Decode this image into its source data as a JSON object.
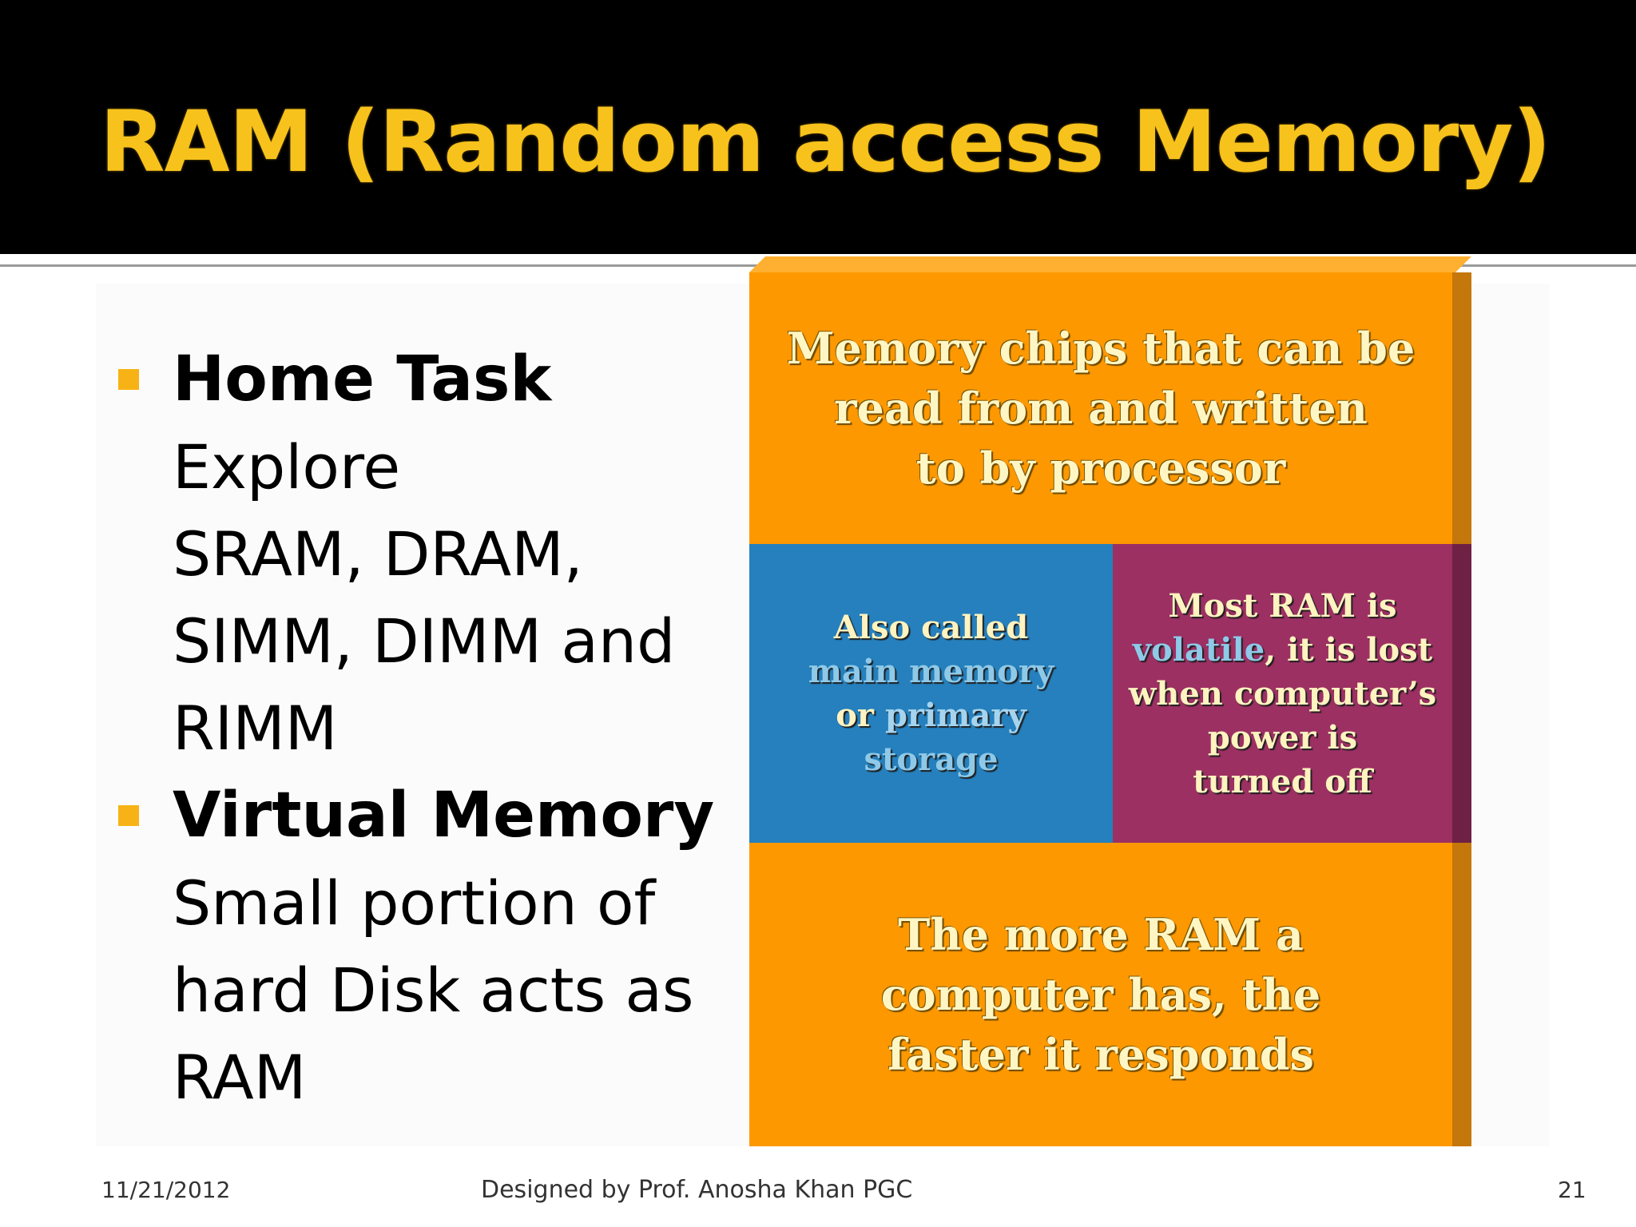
{
  "slide": {
    "title": "RAM (Random access Memory)",
    "bullets": [
      {
        "heading": "Home Task",
        "lines": [
          "Explore",
          "SRAM, DRAM,",
          "SIMM, DIMM and",
          "RIMM"
        ]
      },
      {
        "heading": "Virtual Memory",
        "lines": [
          "Small portion of",
          "hard Disk acts as",
          "RAM"
        ]
      }
    ],
    "diagram": {
      "top_lines": [
        "Memory chips that can be",
        "read from and written",
        "to by processor"
      ],
      "left": {
        "line1": "Also called",
        "line2": "main memory",
        "line3_prefix": "or ",
        "line3_highlight": "primary",
        "line4": "storage"
      },
      "right": {
        "line1": "Most RAM is",
        "line2_highlight": "volatile",
        "line2_rest": ", it is lost",
        "line3": "when computer’s",
        "line4": "power is",
        "line5": "turned off"
      },
      "bottom_lines": [
        "The more RAM a",
        "computer has, the",
        "faster it responds"
      ],
      "colors": {
        "orange": "#fe9800",
        "blue": "#2580bd",
        "purple": "#9c3063"
      }
    },
    "footer": {
      "date": "11/21/2012",
      "credit": "Designed by Prof. Anosha Khan PGC",
      "page": "21"
    },
    "colors": {
      "title_bar": "#000000",
      "title_text": "#f7c21c",
      "bullet_marker": "#f7b316"
    }
  }
}
